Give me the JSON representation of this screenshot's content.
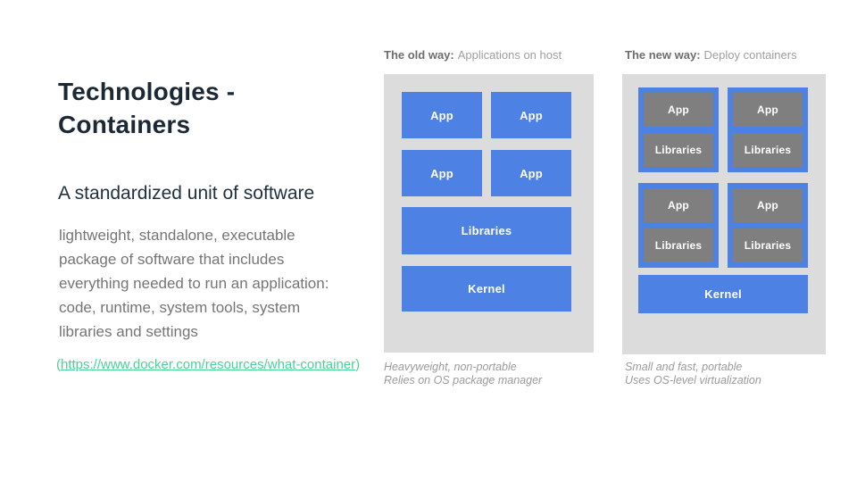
{
  "slide": {
    "title": "Technologies - Containers",
    "subtitle": "A standardized unit of software",
    "body": "lightweight, standalone, executable package of software that includes everything needed to run an application: code, runtime, system tools, system libraries and settings",
    "source_open_paren": "(",
    "source_link": "https://www.docker.com/resources/what-container",
    "source_close_paren": ")"
  },
  "old_way": {
    "header_bold": "The old way:",
    "header_rest": "Applications on host",
    "apps": [
      "App",
      "App",
      "App",
      "App"
    ],
    "libraries_label": "Libraries",
    "kernel_label": "Kernel",
    "caption_line1": "Heavyweight, non-portable",
    "caption_line2": "Relies on OS package manager"
  },
  "new_way": {
    "header_bold": "The new way:",
    "header_rest": "Deploy containers",
    "containers": [
      {
        "app": "App",
        "libraries": "Libraries"
      },
      {
        "app": "App",
        "libraries": "Libraries"
      },
      {
        "app": "App",
        "libraries": "Libraries"
      },
      {
        "app": "App",
        "libraries": "Libraries"
      }
    ],
    "kernel_label": "Kernel",
    "caption_line1": "Small and fast, portable",
    "caption_line2": "Uses OS-level virtualization"
  },
  "colors": {
    "accent_blue": "#4d82e4",
    "panel_gray": "#dcdcdc",
    "inner_box_gray": "#7f7f7f",
    "title_navy": "#1c2935",
    "body_gray": "#757575",
    "link_green": "#49d392",
    "caption_gray": "#9b9b9b"
  }
}
